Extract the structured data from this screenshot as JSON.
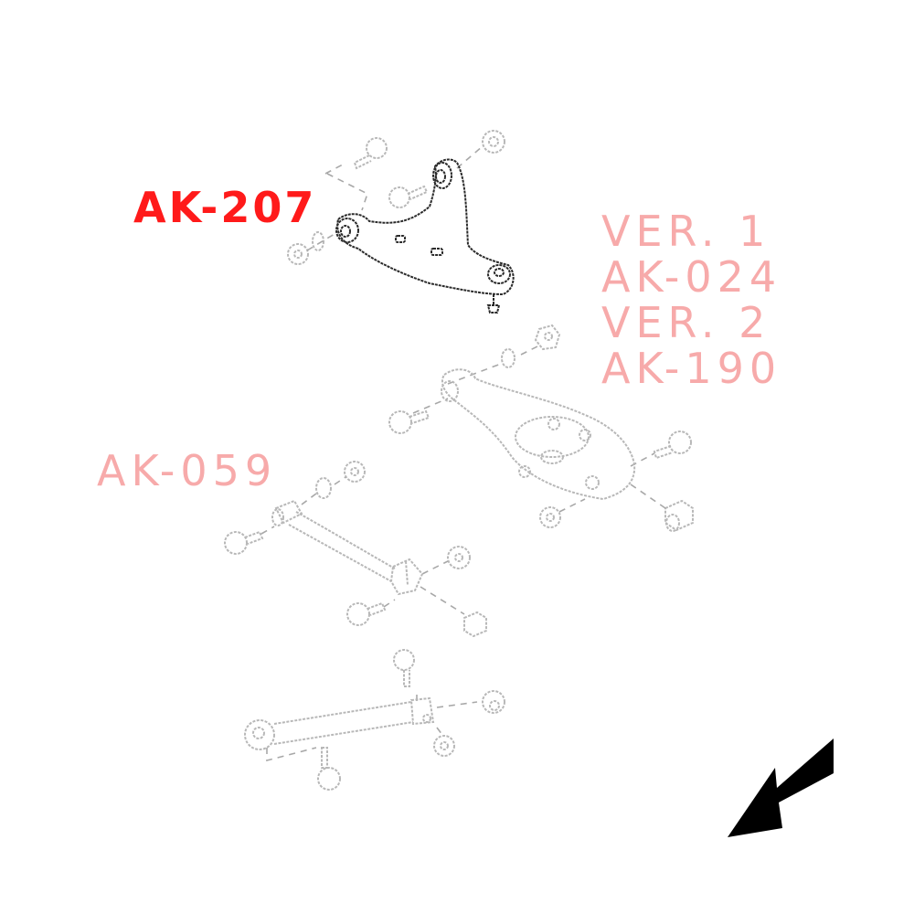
{
  "diagram": {
    "type": "exploded-parts-diagram",
    "subject": "rear suspension arms",
    "labels": {
      "upper_arm": "AK-207",
      "lower_arm_group": [
        "VER. 1",
        "AK-024",
        "VER. 2",
        "AK-190"
      ],
      "toe_link": "AK-059"
    },
    "colors": {
      "highlight_label": "#ff1a1a",
      "faded_label": "#f7aaaa",
      "highlighted_part": "#2a2a2a",
      "faded_part": "#b8b8b8",
      "direction_arrow": "#000000"
    },
    "parts": [
      {
        "name": "upper-control-arm",
        "label_ref": "AK-207",
        "highlighted": true
      },
      {
        "name": "lower-control-arm",
        "label_ref": "AK-024 / AK-190",
        "highlighted": false
      },
      {
        "name": "toe-link",
        "label_ref": "AK-059",
        "highlighted": false
      },
      {
        "name": "trailing-link",
        "label_ref": "",
        "highlighted": false
      }
    ],
    "arrow": {
      "direction": "down-left",
      "meaning": "vehicle front"
    }
  }
}
